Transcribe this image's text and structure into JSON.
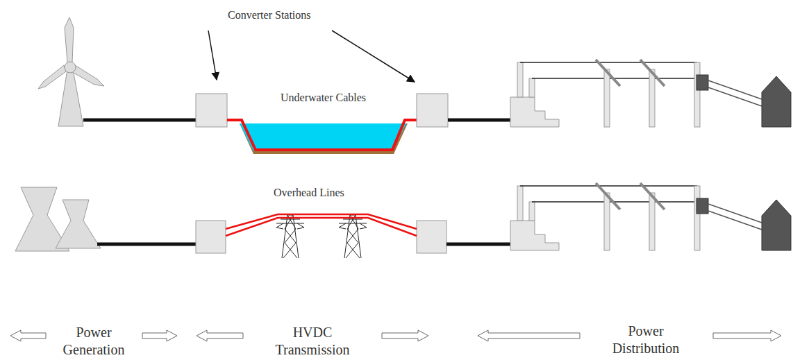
{
  "diagram": {
    "labels": [
      "Converter Stations",
      "Underwater Cables",
      "Overhead Lines",
      "Power Generation",
      "HVDC Transmission",
      "Power Distribution"
    ]
  }
}
